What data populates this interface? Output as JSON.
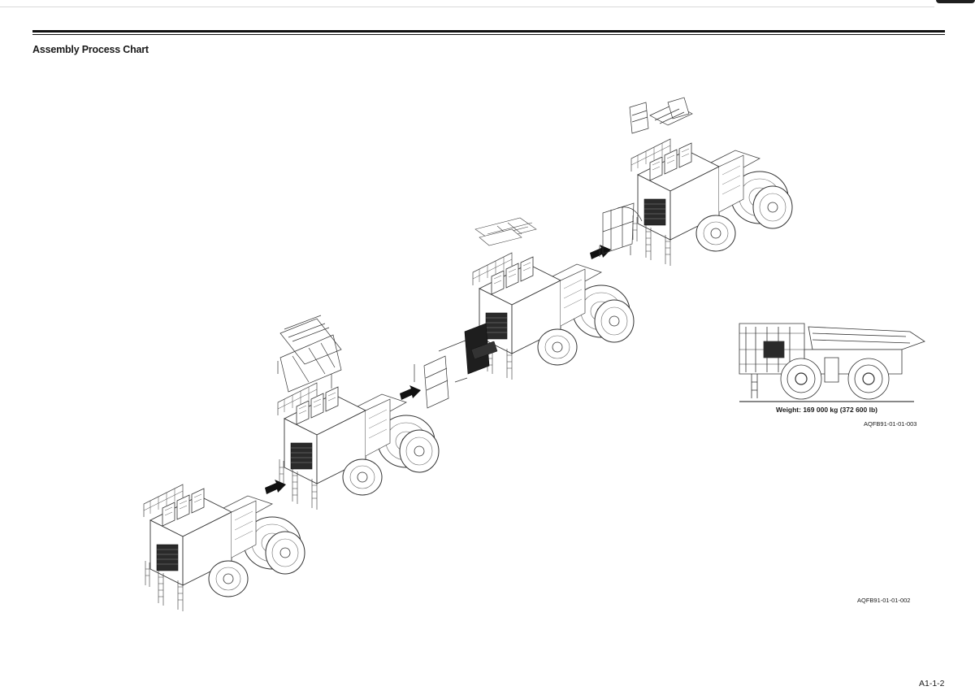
{
  "document": {
    "title": "Assembly Process Chart",
    "weight_label": "Weight: 169 000 kg (372 600 lb)",
    "figure_code_side": "AQFB91-01-01-003",
    "figure_code_main": "AQFB91-01-01-002",
    "page_number": "A1-1-2"
  },
  "icons": {
    "arrow": "assembly-step-arrow-icon"
  }
}
